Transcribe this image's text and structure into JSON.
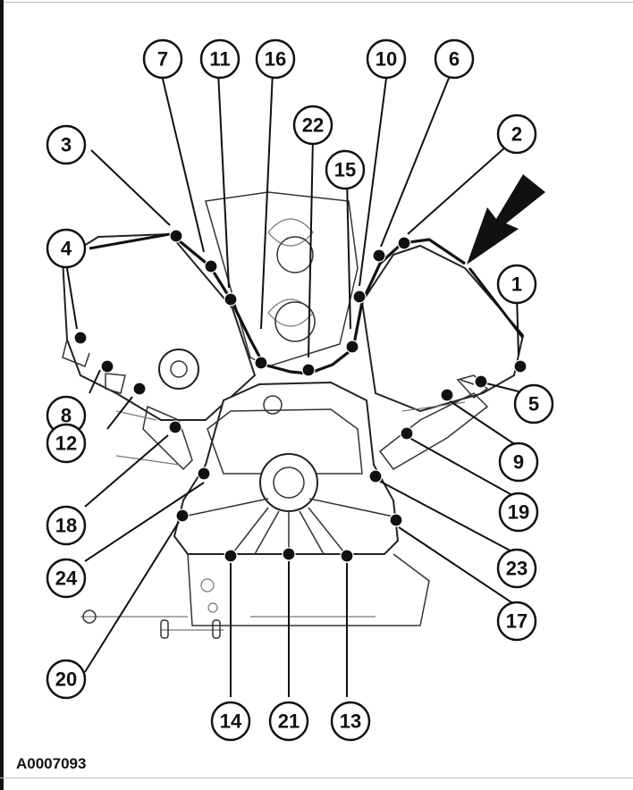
{
  "figure": {
    "id": "A0007093",
    "callouts": [
      {
        "label": "1"
      },
      {
        "label": "2"
      },
      {
        "label": "3"
      },
      {
        "label": "4"
      },
      {
        "label": "5"
      },
      {
        "label": "6"
      },
      {
        "label": "7"
      },
      {
        "label": "8"
      },
      {
        "label": "9"
      },
      {
        "label": "10"
      },
      {
        "label": "11"
      },
      {
        "label": "12"
      },
      {
        "label": "13"
      },
      {
        "label": "14"
      },
      {
        "label": "15"
      },
      {
        "label": "16"
      },
      {
        "label": "17"
      },
      {
        "label": "18"
      },
      {
        "label": "19"
      },
      {
        "label": "20"
      },
      {
        "label": "21"
      },
      {
        "label": "22"
      },
      {
        "label": "23"
      },
      {
        "label": "24"
      }
    ]
  }
}
